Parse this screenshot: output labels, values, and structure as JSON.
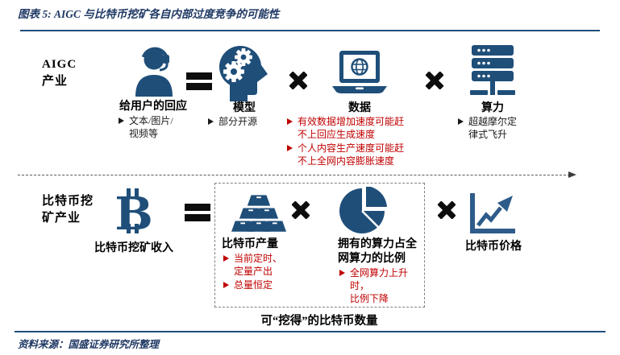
{
  "header": {
    "title": "图表 5: AIGC 与比特币挖矿各自内部过度竞争的可能性"
  },
  "colors": {
    "navy_text": "#1f3864",
    "divider_blue": "#1f4e79",
    "icon_blue": "#1f4e79",
    "alert_red": "#c00000",
    "operator_black": "#0d0d0d"
  },
  "aigc": {
    "row_label": "AIGC\n产业",
    "operators": [
      "=",
      "×",
      "×"
    ],
    "items": [
      {
        "icon": "user-headset",
        "label": "给用户的回应",
        "bullets": [
          "文本/图片/\n视频等"
        ],
        "bullet_color": "black"
      },
      {
        "icon": "head-gears",
        "label": "模型",
        "bullets": [
          "部分开源"
        ],
        "bullet_color": "black"
      },
      {
        "icon": "laptop-globe",
        "label": "数据",
        "bullets": [
          "有效数据增加速度可能赶\n不上回应生成速度",
          "个人内容生产速度可能赶\n不上全网内容膨胀速度"
        ],
        "bullet_color": "red"
      },
      {
        "icon": "server-stack",
        "label": "算力",
        "bullets": [
          "超越摩尔定\n律式飞升"
        ],
        "bullet_color": "black"
      }
    ]
  },
  "bitcoin": {
    "row_label": "比特币挖\n矿产业",
    "operators": [
      "=",
      "×",
      "×"
    ],
    "items": [
      {
        "icon": "bitcoin-symbol",
        "label": "比特币挖矿收入"
      },
      {
        "icon": "gold-bars",
        "label": "比特币产量",
        "bullets": [
          "当前定时、\n定量产出",
          "总量恒定"
        ],
        "bullet_color": "red"
      },
      {
        "icon": "pie-chart",
        "label": "拥有的算力占全\n网算力的比例",
        "bullets": [
          "全网算力上升时，\n比例下降"
        ],
        "bullet_color": "red"
      },
      {
        "icon": "price-chart",
        "label": "比特币价格"
      }
    ],
    "box_caption": "可“挖得”的比特币数量"
  },
  "footer": {
    "source": "资料来源：国盛证券研究所整理"
  }
}
